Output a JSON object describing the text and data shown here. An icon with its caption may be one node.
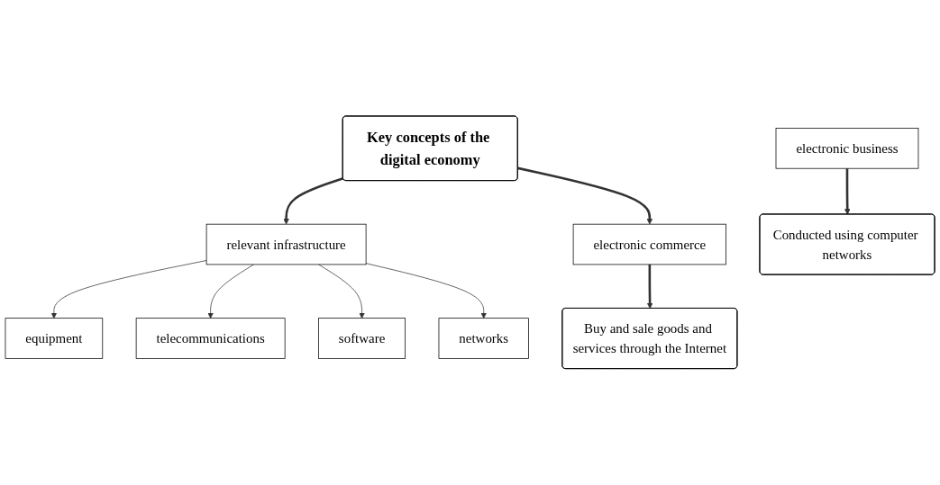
{
  "diagram": {
    "nodes": [
      {
        "text": [
          "Key concepts of the digital economy"
        ]
      },
      {
        "text": [
          "relevant infrastructure"
        ]
      },
      {
        "text": [
          "electronic business"
        ]
      },
      {
        "text": [
          "electronic commerce"
        ]
      },
      {
        "text": [
          "equipment"
        ]
      },
      {
        "text": [
          "telecommunications"
        ]
      },
      {
        "text": [
          "software"
        ]
      },
      {
        "text": [
          "networks"
        ]
      },
      {
        "text": [
          "Conducted using computer networks"
        ]
      },
      {
        "text": [
          "Buy and sale goods and services through the Internet"
        ]
      }
    ],
    "edges": [
      {
        "from": 0,
        "to": 1,
        "arrow": "to",
        "style": "thick"
      },
      {
        "from": 0,
        "to": 3,
        "arrow": "to",
        "style": "thick"
      },
      {
        "from": 1,
        "to": 4,
        "arrow": "to"
      },
      {
        "from": 1,
        "to": 5,
        "arrow": "to"
      },
      {
        "from": 1,
        "to": 6,
        "arrow": "to"
      },
      {
        "from": 1,
        "to": 7,
        "arrow": "to"
      },
      {
        "from": 2,
        "to": 8,
        "arrow": "to",
        "style": "thick"
      },
      {
        "from": 3,
        "to": 9,
        "arrow": "to",
        "style": "thick"
      }
    ]
  }
}
